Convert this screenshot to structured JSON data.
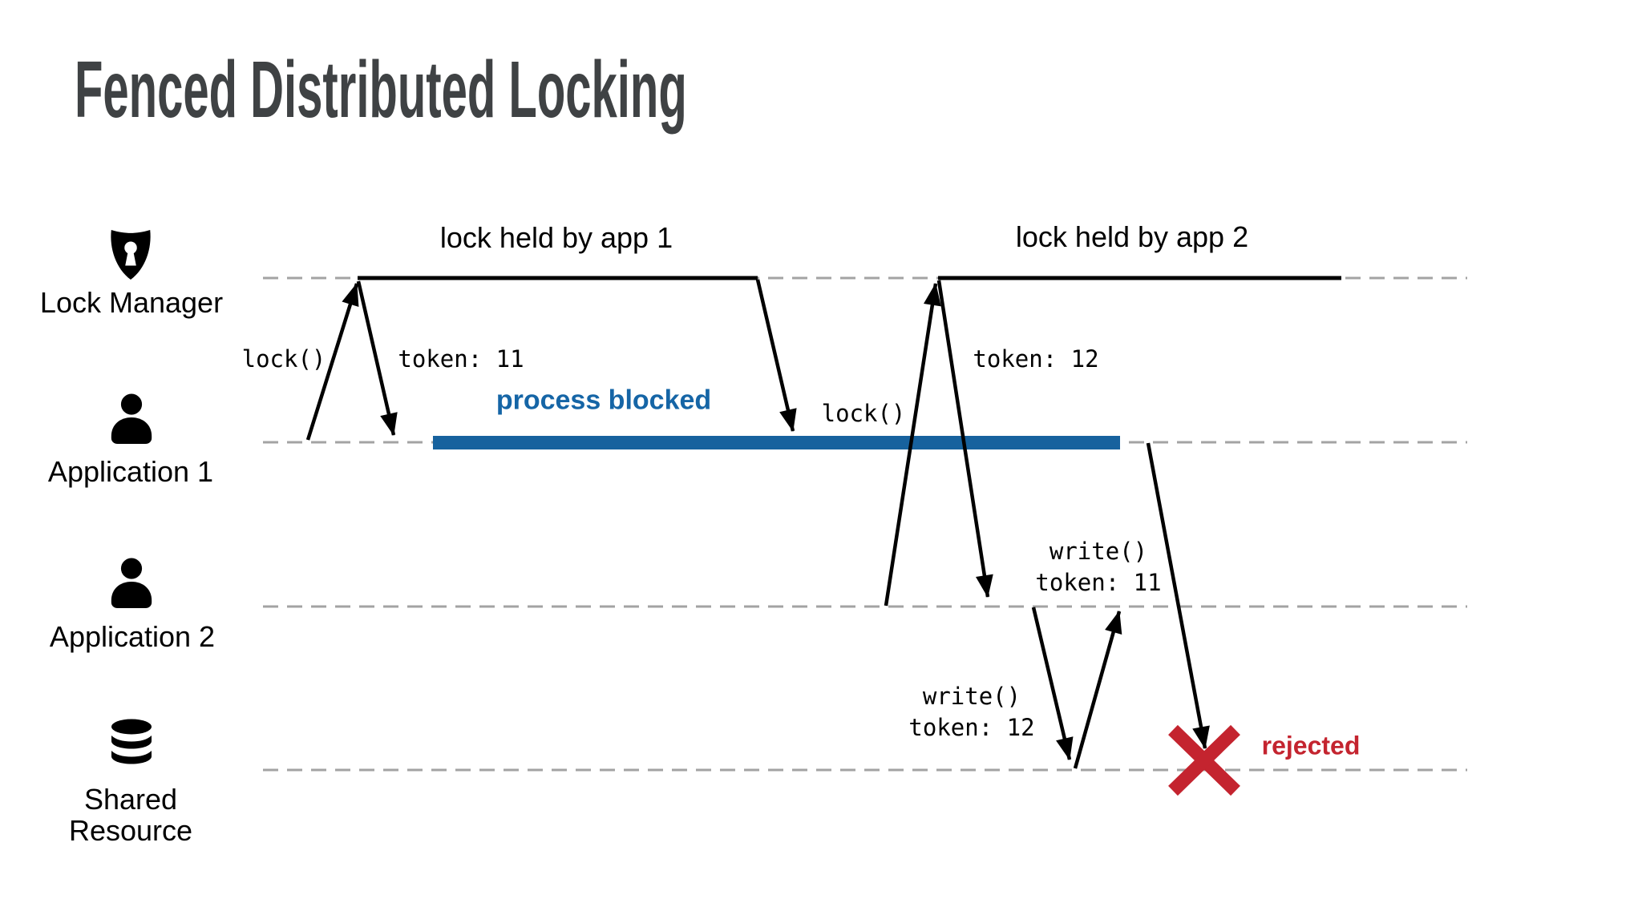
{
  "title": "Fenced Distributed Locking",
  "lanes": [
    {
      "label": "Lock Manager",
      "icon": "lock-shield-icon"
    },
    {
      "label": "Application 1",
      "icon": "user-icon"
    },
    {
      "label": "Application 2",
      "icon": "user-icon"
    },
    {
      "label": "Shared Resource",
      "icon": "database-icon"
    }
  ],
  "annotations": {
    "lock_held_app1": "lock held by app 1",
    "lock_held_app2": "lock held by app 2",
    "app1_lock_call": "lock()",
    "app1_token_grant": "token: 11",
    "process_blocked": "process blocked",
    "app2_lock_call": "lock()",
    "app2_token_grant": "token: 12",
    "app2_write_call": "write()",
    "app2_write_token": "token: 12",
    "app1_write_call": "write()",
    "app1_write_token": "token: 11",
    "rejected": "rejected"
  },
  "colors": {
    "title_gray": "#3f4244",
    "ink": "#000000",
    "lane_dash_gray": "#a3a3a3",
    "blocked_bar_blue": "#17629e",
    "blocked_text_blue": "#1565a6",
    "rejected_red": "#c4242f"
  }
}
